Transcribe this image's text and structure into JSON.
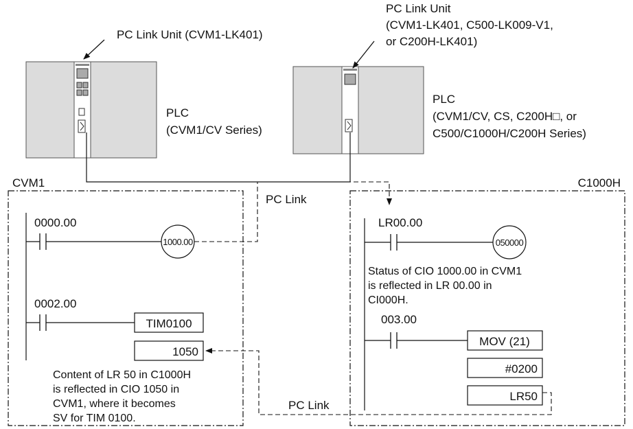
{
  "top": {
    "left_unit_label": "PC Link Unit (CVM1-LK401)",
    "right_unit_label": [
      "PC Link Unit",
      "(CVM1-LK401, C500-LK009-V1,",
      "or C200H-LK401)"
    ],
    "left_plc_label": [
      "PLC",
      "(CVM1/CV Series)"
    ],
    "right_plc_label": [
      "PLC",
      "(CVM1/CV, CS, C200H□, or",
      "C500/C1000H/C200H Series)"
    ]
  },
  "left_panel": {
    "title": "CVM1",
    "rung1_contact": "0000.00",
    "rung1_coil": "1000.00",
    "rung2_contact": "0002.00",
    "timer_instr": "TIM0100",
    "timer_sv": "1050",
    "note": [
      "Content of LR 50 in C1000H",
      "is reflected in CIO 1050 in",
      "CVM1, where it becomes",
      "SV for TIM 0100."
    ]
  },
  "right_panel": {
    "title": "C1000H",
    "rung1_contact": "LR00.00",
    "rung1_coil": "050000",
    "note": [
      "Status of CIO 1000.00 in CVM1",
      "is reflected in LR 00.00 in",
      "CI000H."
    ],
    "rung2_contact": "003.00",
    "mov_instr": "MOV (21)",
    "mov_source": "#0200",
    "mov_dest": "LR50"
  },
  "link_label_top": "PC Link",
  "link_label_bottom": "PC Link"
}
